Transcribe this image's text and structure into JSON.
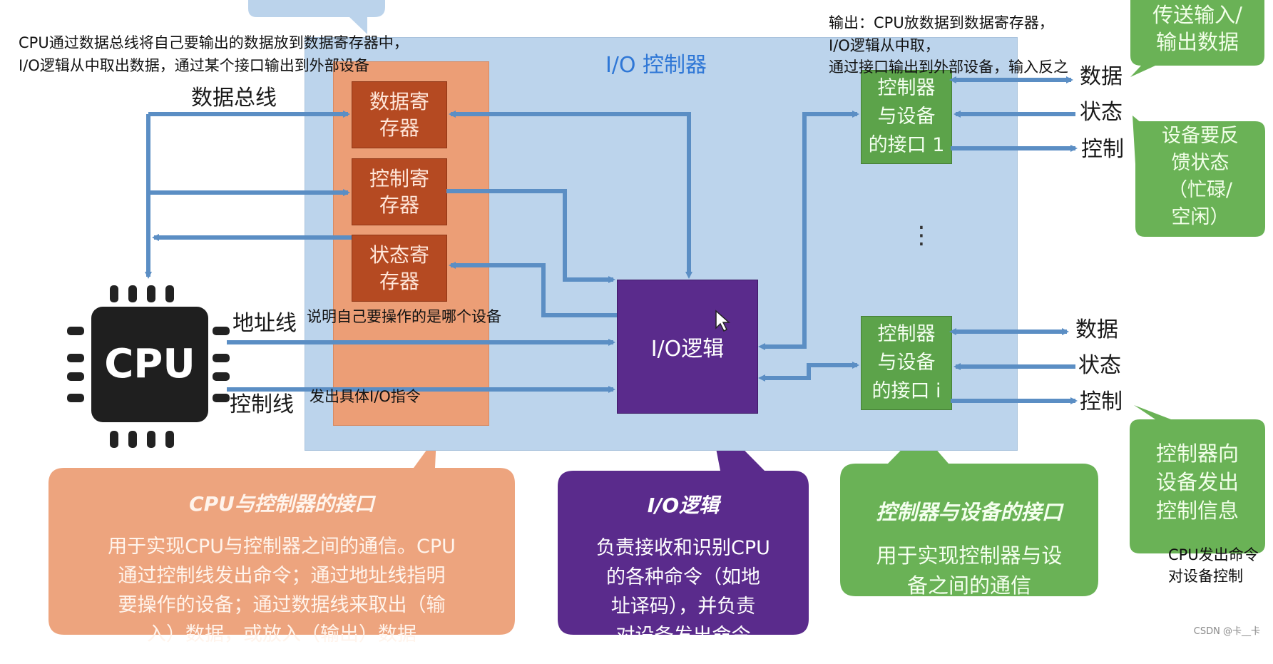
{
  "annotations": {
    "top_left_line1": "CPU通过数据总线将自己要输出的数据放到数据寄存器中，",
    "top_left_line2": "I/O逻辑从中取出数据，通过某个接口输出到外部设备",
    "top_right_line1": "输出：CPU放数据到数据寄存器，",
    "top_right_line2": "I/O逻辑从中取，",
    "top_right_line3": "通过接口输出到外部设备，输入反之",
    "address_note": "说明自己要操作的是哪个设备",
    "control_note": "发出具体I/O指令",
    "bottom_right_note_line1": "CPU发出命令",
    "bottom_right_note_line2": "对设备控制"
  },
  "controller": {
    "title": "I/O 控制器"
  },
  "registers": {
    "data": "数据寄\n存器",
    "control": "控制寄\n存器",
    "status": "状态寄\n存器"
  },
  "io_logic": {
    "label": "I/O逻辑"
  },
  "device_interfaces": {
    "iface_1": "控制器\n与设备\n的接口 1",
    "iface_i": "控制器\n与设备\n的接口 i",
    "ellipsis": "⋮"
  },
  "cpu": {
    "label": "CPU",
    "data_bus": "数据总线",
    "address_line": "地址线",
    "control_line": "控制线"
  },
  "signals": {
    "data": "数据",
    "status": "状态",
    "control": "控制"
  },
  "bubbles": {
    "transfer_io": "传送输入/\n输出数据",
    "feedback_status": "设备要反\n馈状态\n（忙碌/\n空闲）",
    "send_control": "控制器向\n设备发出\n控制信息",
    "cpu_iface_title": "CPU与控制器的接口",
    "cpu_iface_body": "用于实现CPU与控制器之间的通信。CPU\n通过控制线发出命令；通过地址线指明\n要操作的设备；通过数据线来取出（输\n入）数据，或放入（输出）数据",
    "iologic_title": "I/O逻辑",
    "iologic_body": "负责接收和识别CPU\n的各种命令（如地\n址译码），并负责\n对设备发出命令",
    "dev_iface_title": "控制器与设备的接口",
    "dev_iface_body": "用于实现控制器与设\n备之间的通信"
  },
  "watermark": "CSDN @卡__卡",
  "colors": {
    "controller_bg": "#bcd4ec",
    "cpu_interface": "#ec9e76",
    "register": "#b54a22",
    "io_logic": "#5a2b8c",
    "device_interface": "#5ca34a",
    "arrow": "#5b8ec4",
    "title_blue": "#2f77d6"
  }
}
